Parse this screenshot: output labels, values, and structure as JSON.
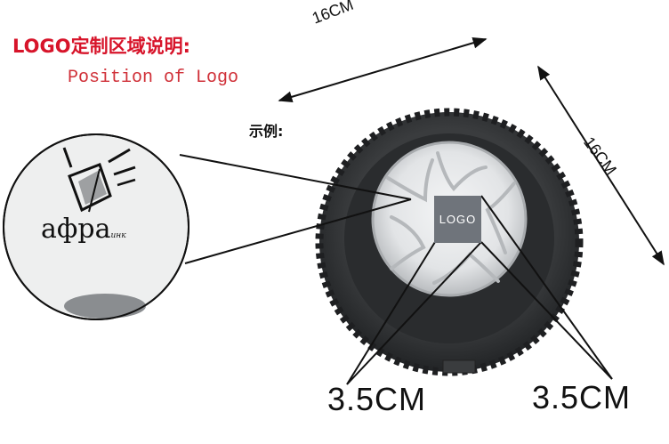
{
  "header": {
    "title_cn": "LOGO定制区域说明:",
    "title_en": "Position of Logo"
  },
  "example_label": "示例:",
  "dimensions": {
    "width": "16CM",
    "height": "16CM",
    "logo_width": "3.5CM",
    "logo_height": "3.5CM"
  },
  "product": {
    "logo_placeholder": "LOGO",
    "brand_name": "афра",
    "brand_suffix": "инк"
  },
  "colors": {
    "title_red": "#d7142a",
    "logo_box": "#6f747b",
    "tire": "#2f3133",
    "rim": "#d9dbdd"
  }
}
